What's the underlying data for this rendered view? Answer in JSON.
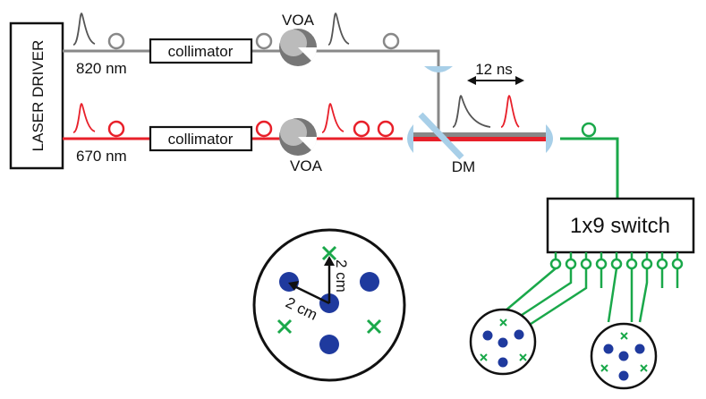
{
  "labels": {
    "laser_driver": "LASER DRIVER",
    "wl_820": "820 nm",
    "wl_670": "670 nm",
    "collimator_top": "collimator",
    "collimator_bottom": "collimator",
    "voa_top": "VOA",
    "voa_bottom": "VOA",
    "delay": "12 ns",
    "dm": "DM",
    "switch": "1x9 switch",
    "dist_vertical": "2 cm",
    "dist_diagonal": "2 cm"
  },
  "colors": {
    "gray_fiber": "#888888",
    "red_fiber": "#e8202a",
    "green_fiber": "#1aa84a",
    "optic": "#a8cfe8",
    "source_dot": "#1f3a9e",
    "detector_x": "#1aa84a"
  }
}
